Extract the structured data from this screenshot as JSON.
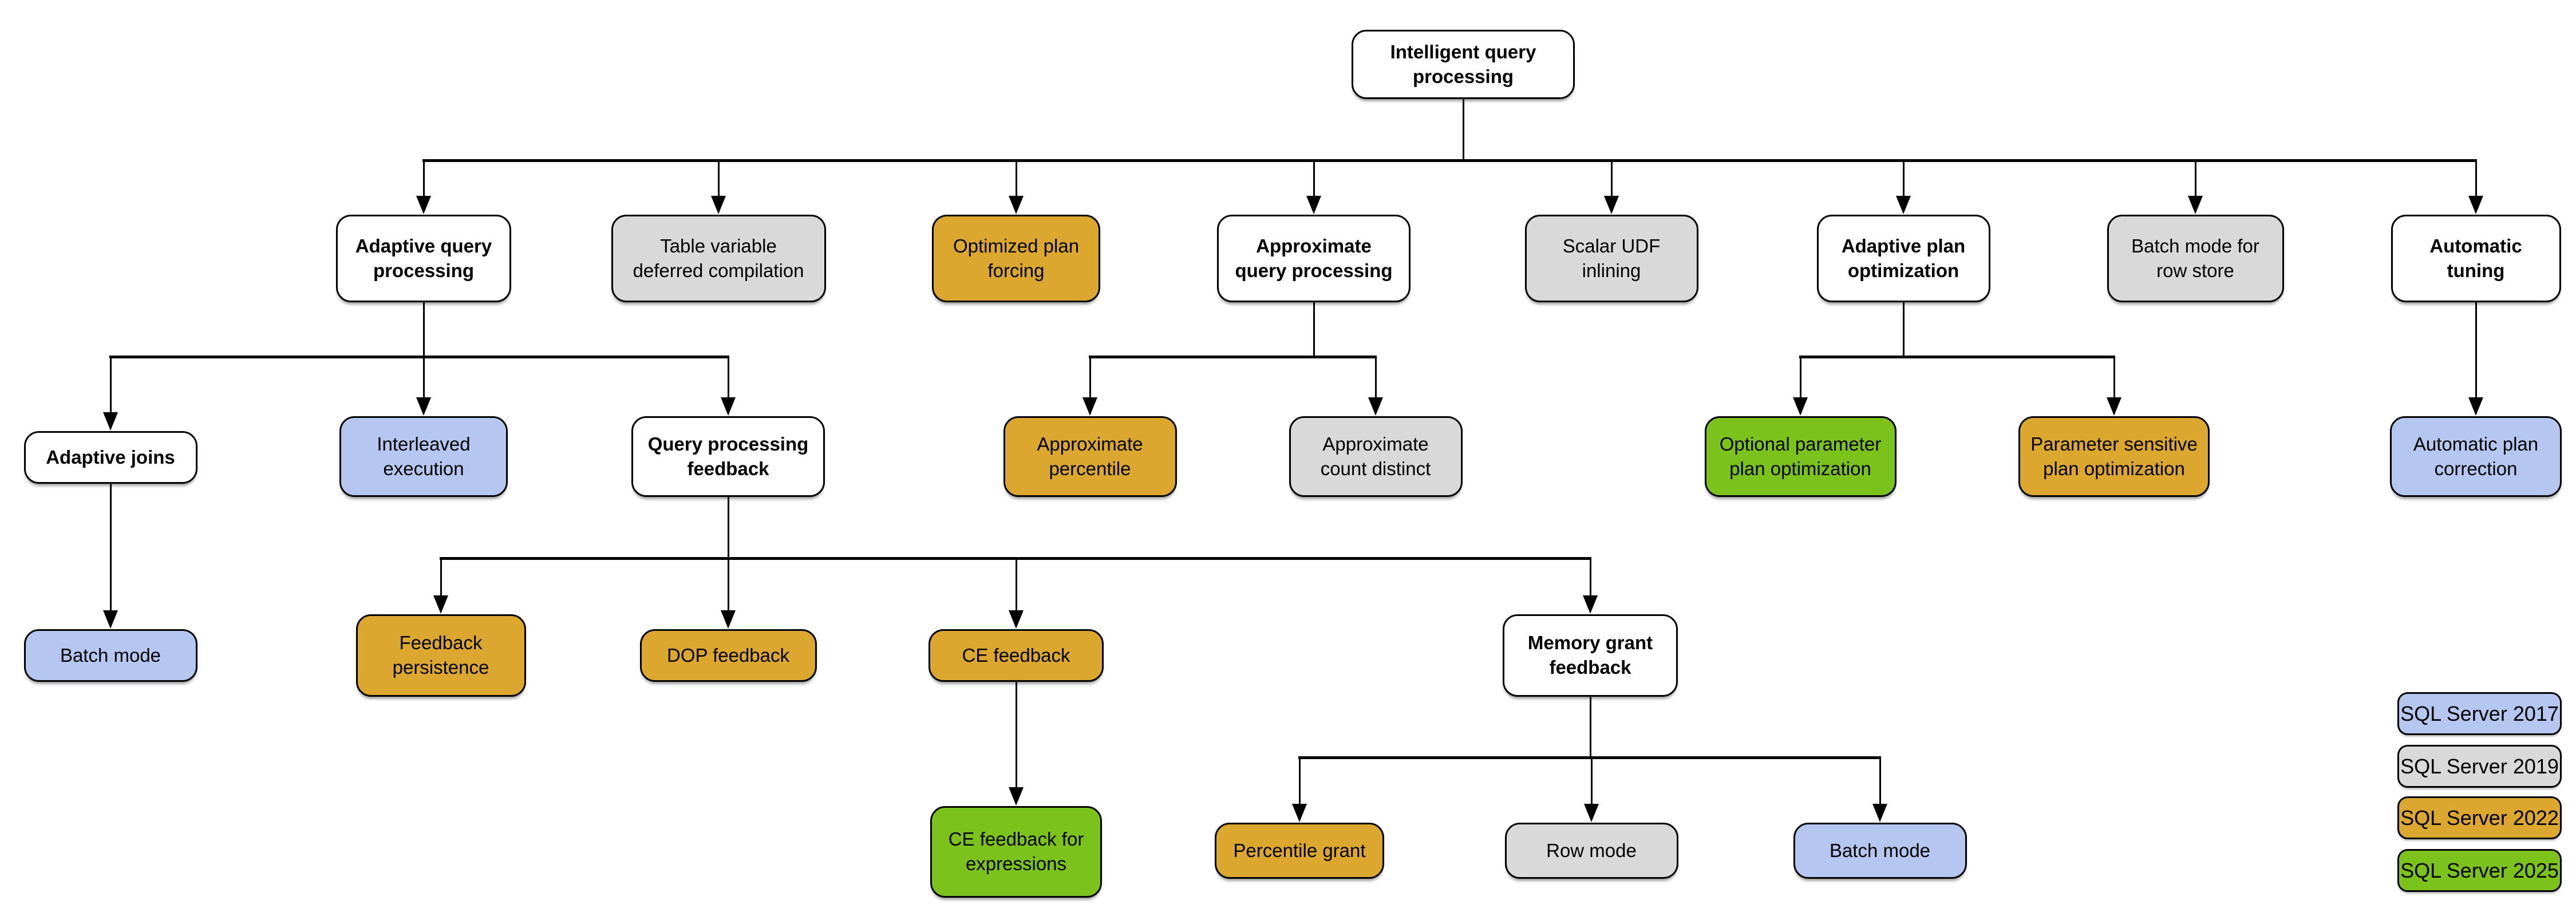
{
  "versions": {
    "base": {
      "label": "",
      "color": "#FFFFFF"
    },
    "2017": {
      "label": "SQL Server 2017",
      "color": "#B5C7F0"
    },
    "2019": {
      "label": "SQL Server 2019",
      "color": "#D9D9D9"
    },
    "2022": {
      "label": "SQL Server 2022",
      "color": "#DCA72F"
    },
    "2025": {
      "label": "SQL Server 2025",
      "color": "#7CC21D"
    }
  },
  "nodes": [
    {
      "id": "iqp",
      "label": "Intelligent query\nprocessing",
      "version": "base"
    },
    {
      "id": "aqp",
      "label": "Adaptive query\nprocessing",
      "version": "base"
    },
    {
      "id": "tvdc",
      "label": "Table variable\ndeferred compilation",
      "version": "2019"
    },
    {
      "id": "opf",
      "label": "Optimized plan\nforcing",
      "version": "2022"
    },
    {
      "id": "axqp",
      "label": "Approximate\nquery processing",
      "version": "base"
    },
    {
      "id": "sui",
      "label": "Scalar UDF\ninlining",
      "version": "2019"
    },
    {
      "id": "apo",
      "label": "Adaptive plan\noptimization",
      "version": "base"
    },
    {
      "id": "bmrs",
      "label": "Batch mode for\nrow store",
      "version": "2019"
    },
    {
      "id": "at",
      "label": "Automatic\ntuning",
      "version": "base"
    },
    {
      "id": "aj",
      "label": "Adaptive joins",
      "version": "base"
    },
    {
      "id": "ie",
      "label": "Interleaved\nexecution",
      "version": "2017"
    },
    {
      "id": "qpf",
      "label": "Query processing\nfeedback",
      "version": "base"
    },
    {
      "id": "ap",
      "label": "Approximate\npercentile",
      "version": "2022"
    },
    {
      "id": "acd",
      "label": "Approximate\ncount distinct",
      "version": "2019"
    },
    {
      "id": "oppo",
      "label": "Optional parameter\nplan optimization",
      "version": "2025"
    },
    {
      "id": "pspo",
      "label": "Parameter sensitive\nplan optimization",
      "version": "2022"
    },
    {
      "id": "apc",
      "label": "Automatic plan\ncorrection",
      "version": "2017"
    },
    {
      "id": "bm",
      "label": "Batch mode",
      "version": "2017"
    },
    {
      "id": "fp",
      "label": "Feedback\npersistence",
      "version": "2022"
    },
    {
      "id": "dopf",
      "label": "DOP feedback",
      "version": "2022"
    },
    {
      "id": "cef",
      "label": "CE feedback",
      "version": "2022"
    },
    {
      "id": "mgf",
      "label": "Memory grant\nfeedback",
      "version": "base"
    },
    {
      "id": "cefe",
      "label": "CE feedback for\nexpressions",
      "version": "2025"
    },
    {
      "id": "pg",
      "label": "Percentile grant",
      "version": "2022"
    },
    {
      "id": "rm",
      "label": "Row mode",
      "version": "2019"
    },
    {
      "id": "bm2",
      "label": "Batch mode",
      "version": "2017"
    }
  ],
  "hierarchy": [
    {
      "parent": "iqp",
      "children": [
        "aqp",
        "tvdc",
        "opf",
        "axqp",
        "sui",
        "apo",
        "bmrs",
        "at"
      ]
    },
    {
      "parent": "aqp",
      "children": [
        "aj",
        "ie",
        "qpf"
      ]
    },
    {
      "parent": "axqp",
      "children": [
        "ap",
        "acd"
      ]
    },
    {
      "parent": "apo",
      "children": [
        "oppo",
        "pspo"
      ]
    },
    {
      "parent": "at",
      "children": [
        "apc"
      ]
    },
    {
      "parent": "aj",
      "children": [
        "bm"
      ]
    },
    {
      "parent": "qpf",
      "children": [
        "fp",
        "dopf",
        "cef",
        "mgf"
      ]
    },
    {
      "parent": "cef",
      "children": [
        "cefe"
      ]
    },
    {
      "parent": "mgf",
      "children": [
        "pg",
        "rm",
        "bm2"
      ]
    }
  ],
  "legend": {
    "items": [
      "2017",
      "2019",
      "2022",
      "2025"
    ]
  }
}
